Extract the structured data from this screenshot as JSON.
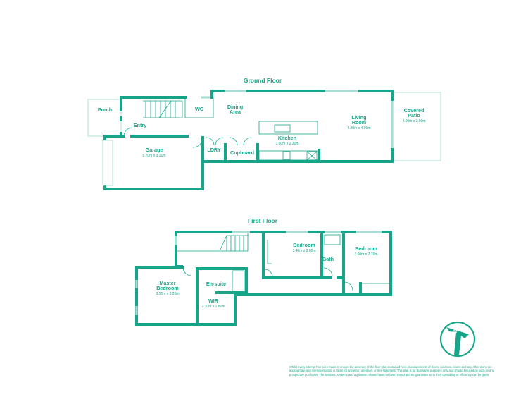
{
  "ground_floor": {
    "title": "Ground Floor",
    "rooms": {
      "porch": {
        "name": "Porch"
      },
      "entry": {
        "name": "Entry"
      },
      "wc": {
        "name": "WC"
      },
      "dining": {
        "name_line1": "Dining",
        "name_line2": "Area"
      },
      "kitchen": {
        "name": "Kitchen",
        "dims": "3.60m x 2.30m"
      },
      "living": {
        "name_line1": "Living",
        "name_line2": "Room",
        "dims": "4.30m x 4.00m"
      },
      "patio": {
        "name_line1": "Covered",
        "name_line2": "Patio",
        "dims": "4.00m x 2.90m"
      },
      "garage": {
        "name": "Garage",
        "dims": "5.70m x 3.20m"
      },
      "laundry": {
        "name": "LDRY"
      },
      "cupboard": {
        "name": "Cupboard"
      }
    }
  },
  "first_floor": {
    "title": "First Floor",
    "rooms": {
      "bedroom2": {
        "name": "Bedroom",
        "dims": "3.40m x 2.60m"
      },
      "bath": {
        "name": "Bath"
      },
      "bedroom3": {
        "name": "Bedroom",
        "dims": "3.60m x 2.70m"
      },
      "master": {
        "name_line1": "Master",
        "name_line2": "Bedroom",
        "dims": "3.50m x 3.20m"
      },
      "ensuite": {
        "name": "En-suite"
      },
      "wir": {
        "name": "WIR",
        "dims": "2.10m x 1.80m"
      }
    }
  },
  "compass": {
    "icon": "north-arrow-icon",
    "label": "N"
  },
  "disclaimer": "Whilst every attempt has been made to ensure the accuracy of the floor plan contained here, measurements of doors, windows, rooms and any other items are approximate and no responsibility is taken for any error, omission, or mis-statement. This plan is for illustrative purposes only and should be used as such by any prospective purchaser. The services, systems and appliances shown have not been tested and no guarantee as to their operability or efficiency can be given",
  "colors": {
    "primary": "#17a589",
    "window": "#a8ddd1"
  }
}
